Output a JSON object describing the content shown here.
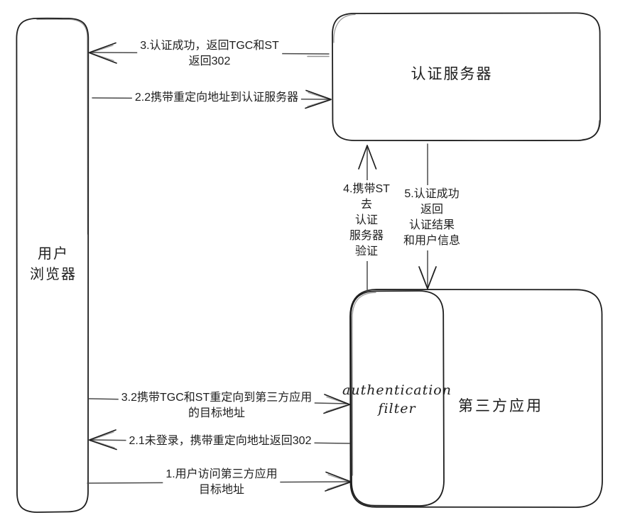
{
  "diagram": {
    "colors": {
      "background": "#ffffff",
      "shape_stroke": "#1e1e1e",
      "arrow_line": "#4a4a4a",
      "text": "#1e1e1e"
    },
    "nodes": {
      "user_browser": {
        "lines": [
          "用户",
          "浏览器"
        ]
      },
      "auth_server": {
        "label": "认证服务器"
      },
      "third_party_app": {
        "label": "第三方应用"
      },
      "auth_filter": {
        "lines": [
          "authentication",
          "filter"
        ]
      }
    },
    "edges": {
      "step1": {
        "lines": [
          "1.用户访问第三方应用",
          "目标地址"
        ]
      },
      "step2_1": {
        "lines": [
          "2.1未登录，携带重定向地址返回302"
        ]
      },
      "step2_2": {
        "lines": [
          "2.2携带重定向地址到认证服务器"
        ]
      },
      "step3": {
        "lines": [
          "3.认证成功，返回TGC和ST",
          "返回302"
        ]
      },
      "step3_2": {
        "lines": [
          "3.2携带TGC和ST重定向到第三方应用",
          "的目标地址"
        ]
      },
      "step4": {
        "lines": [
          "4.携带ST",
          "去",
          "认证",
          "服务器",
          "验证"
        ]
      },
      "step5": {
        "lines": [
          "5.认证成功",
          "返回",
          "认证结果",
          "和用户信息"
        ]
      }
    }
  }
}
